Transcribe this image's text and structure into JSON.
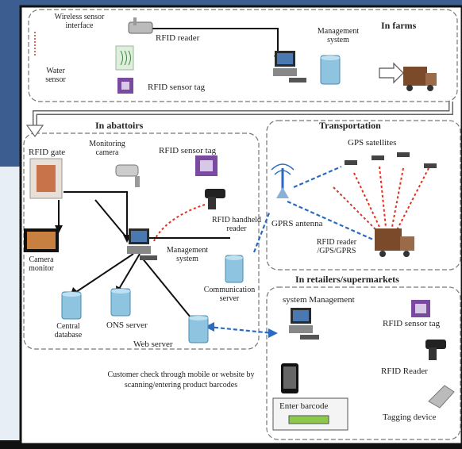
{
  "regions": {
    "farms": "In farms",
    "abattoirs": "In abattoirs",
    "transportation": "Transportation",
    "retail": "In retailers/supermarkets"
  },
  "labels": {
    "wireless_sensor_interface": "Wireless sensor interface",
    "water_sensor": "Water sensor",
    "rfid_reader_farm": "RFID reader",
    "rfid_sensor_tag_farm": "RFID sensor tag",
    "management_system_farm": "Management system",
    "rfid_gate": "RFID gate",
    "monitoring_camera": "Monitoring camera",
    "rfid_sensor_tag_abattoir": "RFID sensor tag",
    "rfid_handheld_reader": "RFID handheld reader",
    "camera_monitor": "Camera monitor",
    "management_system_abattoir": "Management system",
    "communication_server": "Communication server",
    "central_database": "Central database",
    "ons_server": "ONS server",
    "web_server": "Web server",
    "gps_satellites": "GPS satellites",
    "gprs_antenna": "GPRS antenna",
    "rfid_reader_gps_gprs": "RFID reader /GPS/GPRS",
    "system_management_retail": "system Management",
    "rfid_sensor_tag_retail": "RFID sensor tag",
    "rfid_reader_retail": "RFID Reader",
    "tagging_device": "Tagging device",
    "enter_barcode": "Enter barcode",
    "customer_check": "Customer check through mobile or website by scanning/entering product barcodes"
  },
  "colors": {
    "dashed_box": "#777777",
    "red_link": "#e03020",
    "blue_link": "#2a6bc0",
    "black_link": "#111111",
    "truck": "#7a4a2a"
  }
}
